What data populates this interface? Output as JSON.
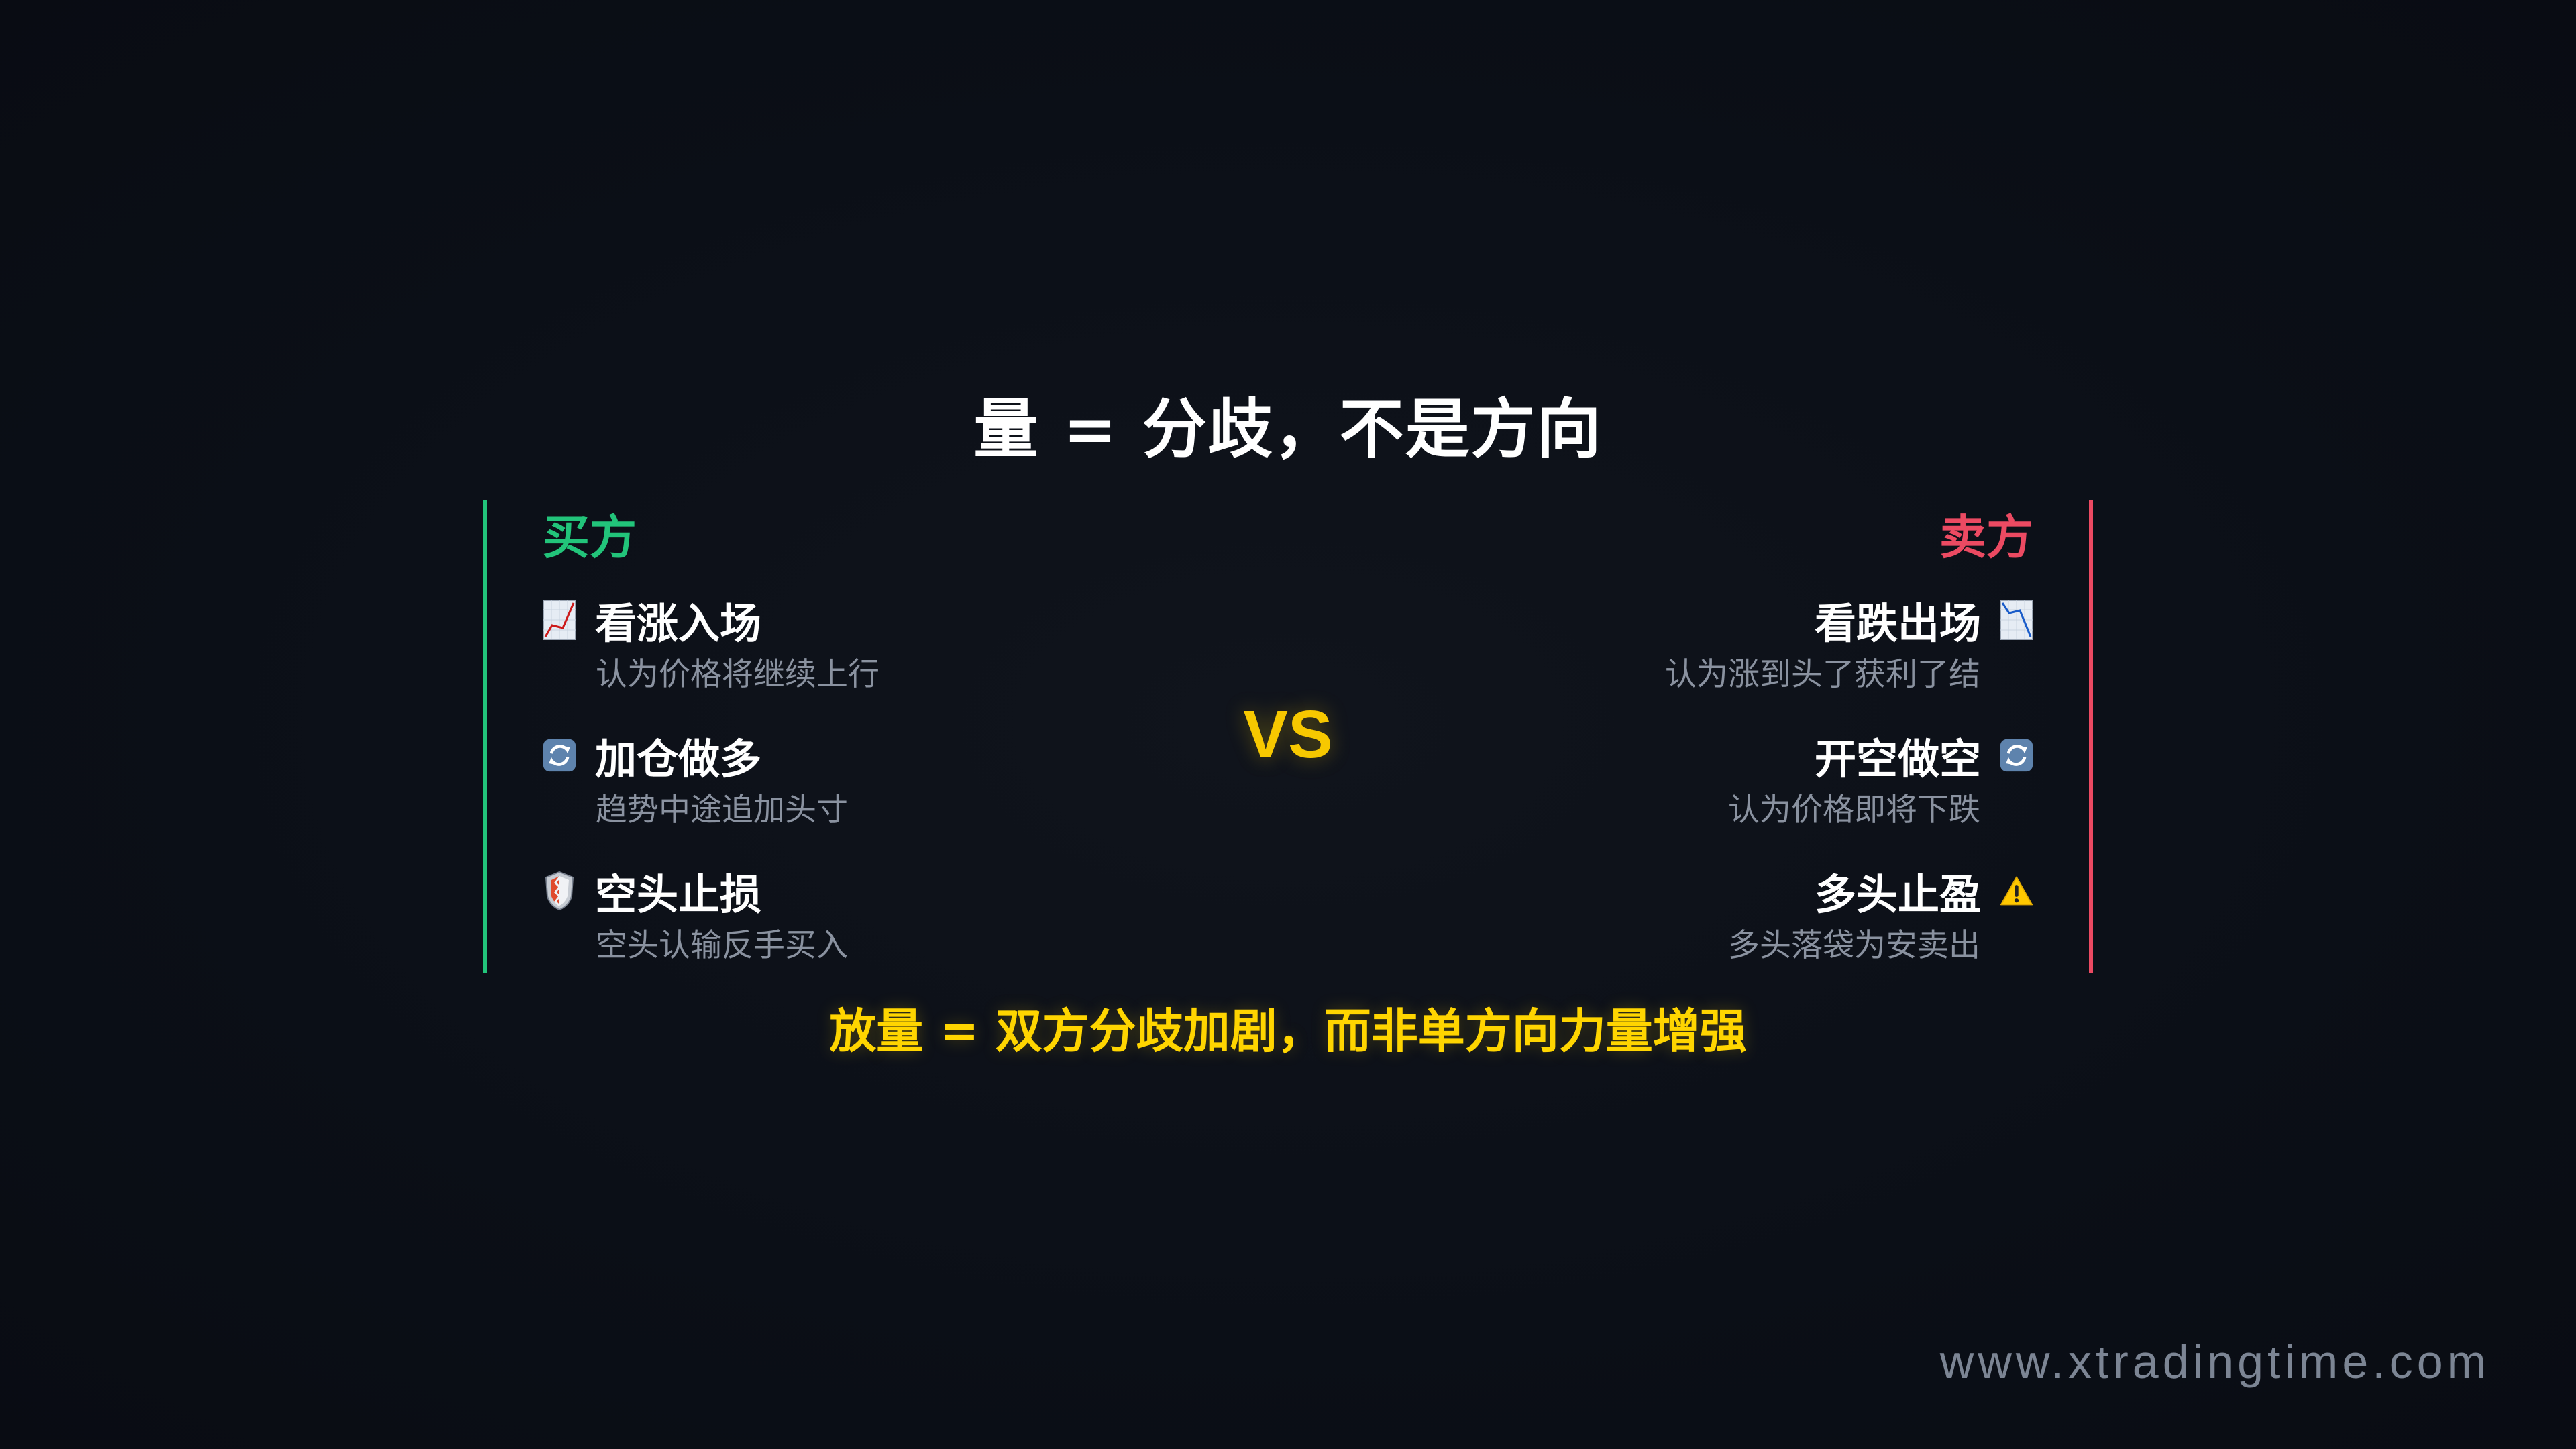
{
  "title": "量 = 分歧，不是方向",
  "buyers": {
    "label": "买方",
    "color": "#22c47a",
    "items": [
      {
        "icon": "chart-increasing-icon",
        "title": "看涨入场",
        "desc": "认为价格将继续上行"
      },
      {
        "icon": "refresh-arrows-icon",
        "title": "加仓做多",
        "desc": "趋势中途追加头寸"
      },
      {
        "icon": "shield-icon",
        "title": "空头止损",
        "desc": "空头认输反手买入"
      }
    ]
  },
  "sellers": {
    "label": "卖方",
    "color": "#ec4a62",
    "items": [
      {
        "icon": "chart-decreasing-icon",
        "title": "看跌出场",
        "desc": "认为涨到头了获利了结"
      },
      {
        "icon": "refresh-arrows-icon",
        "title": "开空做空",
        "desc": "认为价格即将下跌"
      },
      {
        "icon": "warning-icon",
        "title": "多头止盈",
        "desc": "多头落袋为安卖出"
      }
    ]
  },
  "vs": "VS",
  "conclusion": "放量 = 双方分歧加剧，而非单方向力量增强",
  "accent_color": "#ffd500",
  "watermark": "www.xtradingtime.com"
}
